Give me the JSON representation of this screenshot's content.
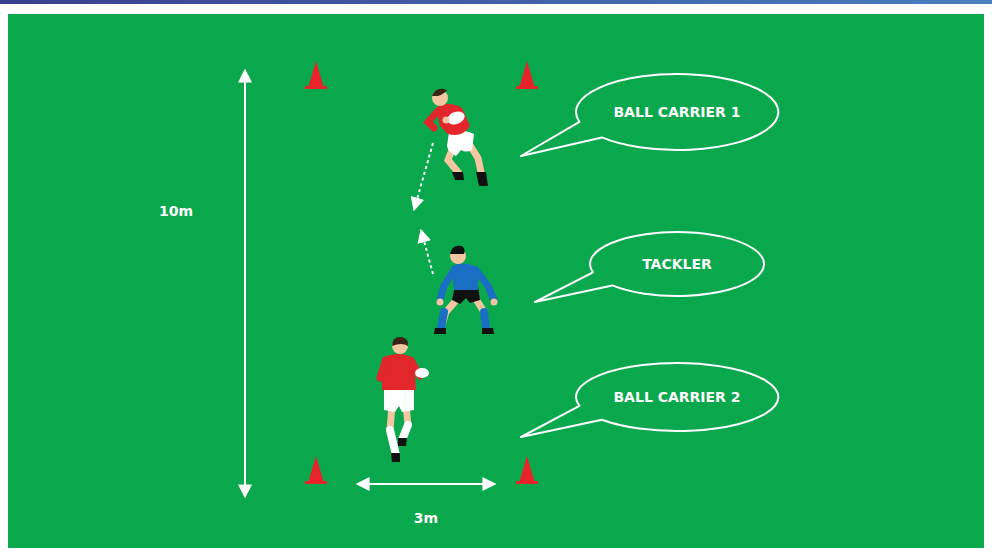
{
  "diagram": {
    "nodes": [
      {
        "text": [
          "BALL CARRIER 1"
        ]
      },
      {
        "text": [
          "TACKLER"
        ]
      },
      {
        "text": [
          "BALL CARRIER 2"
        ]
      }
    ],
    "labels": [
      "10m",
      "3m"
    ]
  }
}
